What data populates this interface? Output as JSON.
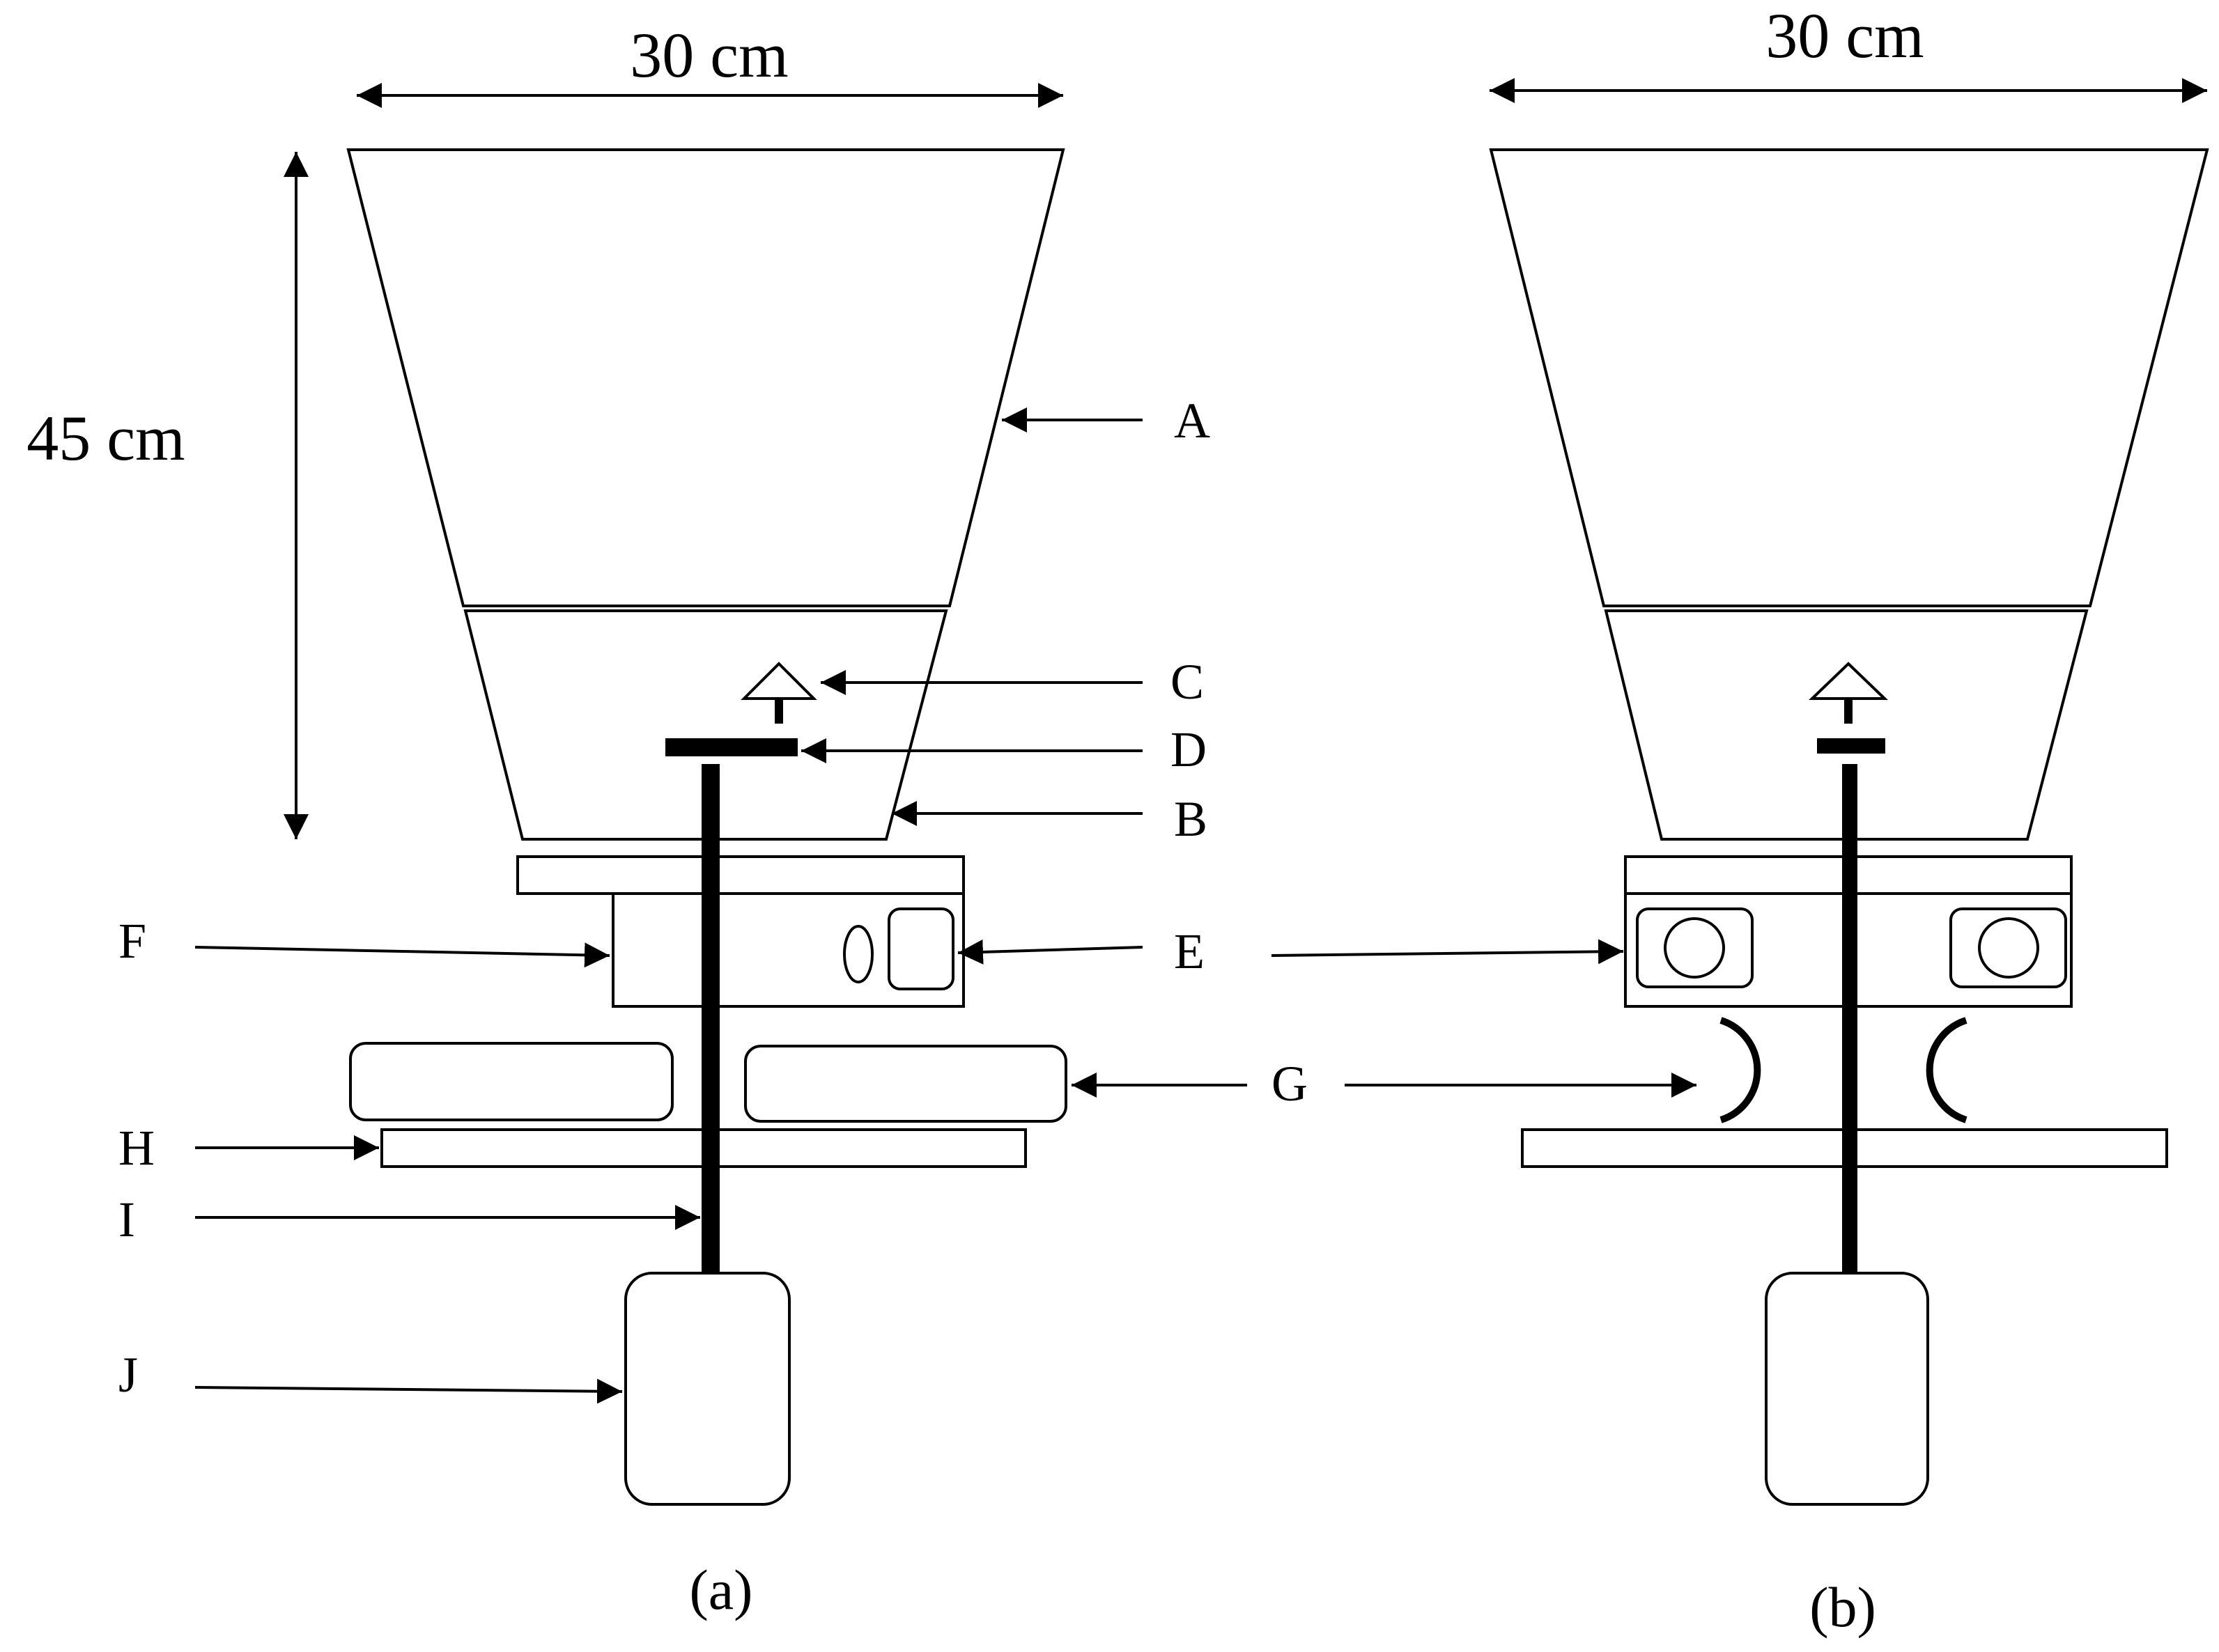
{
  "dimensions": {
    "width_a": "30 cm",
    "height_a": "45 cm",
    "width_b": "30 cm"
  },
  "labels": {
    "A": "A",
    "B": "B",
    "C": "C",
    "D": "D",
    "E": "E",
    "F": "F",
    "G": "G",
    "H": "H",
    "I": "I",
    "J": "J"
  },
  "captions": {
    "a": "(a)",
    "b": "(b)"
  }
}
